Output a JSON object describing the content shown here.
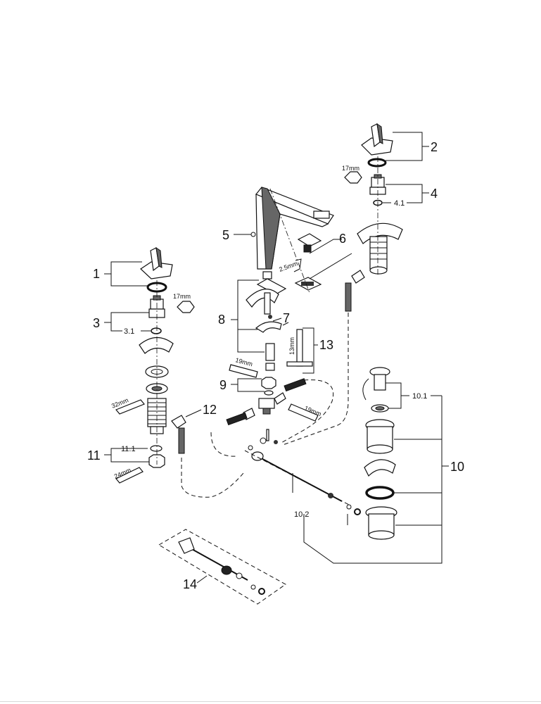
{
  "labels": {
    "p1": "1",
    "p2": "2",
    "p3": "3",
    "p3_1": "3.1",
    "p4": "4",
    "p4_1": "4.1",
    "p5": "5",
    "p6": "6",
    "p7": "7",
    "p8": "8",
    "p9": "9",
    "p10": "10",
    "p10_1": "10.1",
    "p10_2": "10.2",
    "p11": "11",
    "p11_1": "11.1",
    "p12": "12",
    "p13": "13",
    "p14": "14"
  },
  "tools": {
    "hex_left": "17mm",
    "hex_right": "17mm",
    "hex_key": "2.5mm",
    "wrench_left_top": "32mm",
    "wrench_left_bottom": "24mm",
    "wrench_center": "19mm",
    "wrench_right": "19mm",
    "wrench_13": "13mm"
  },
  "colors": {
    "ink": "#111111",
    "background": "#ffffff"
  }
}
